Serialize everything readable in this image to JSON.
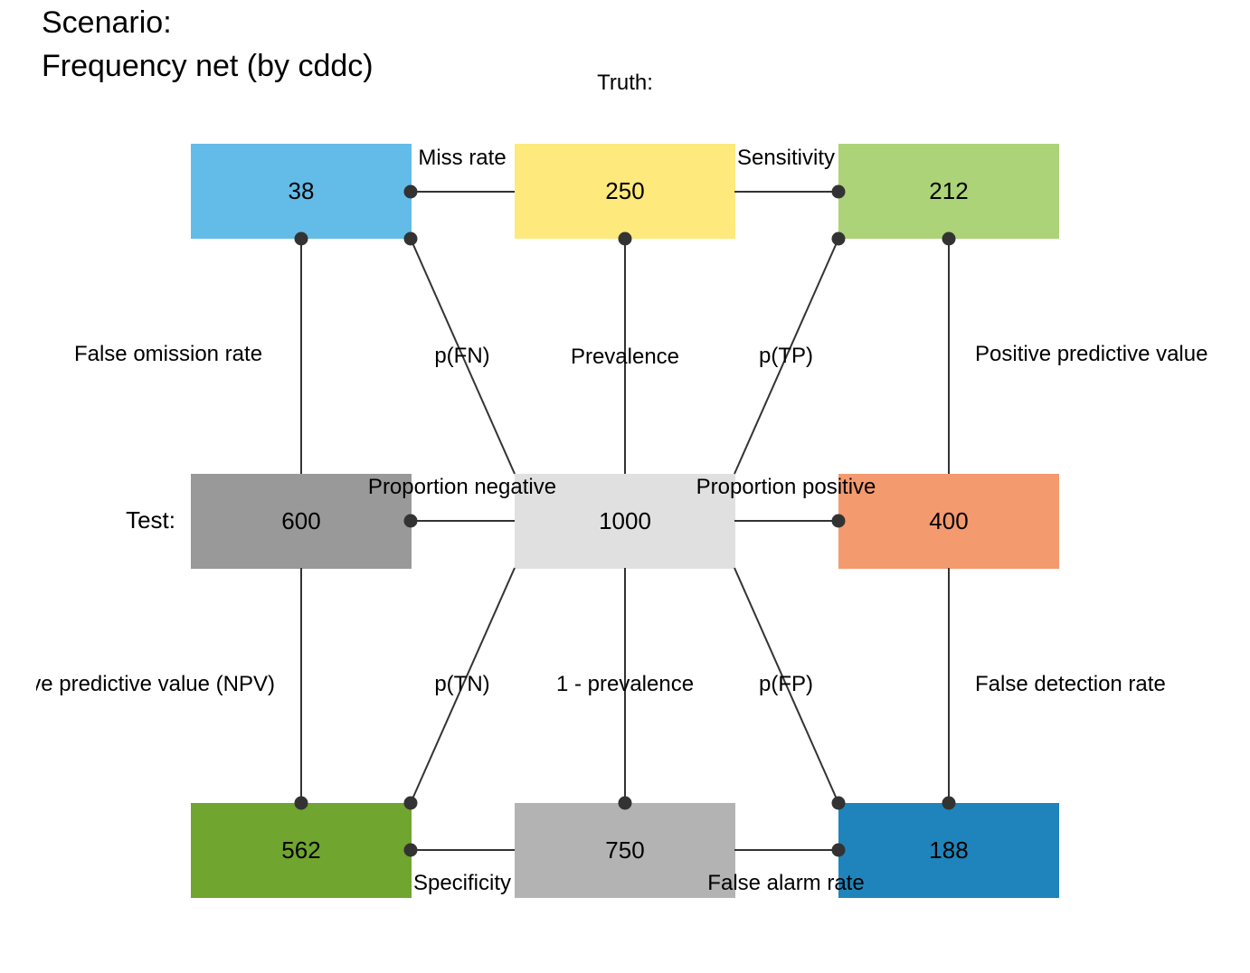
{
  "title": [
    "Scenario:",
    "Frequency net (by cddc)"
  ],
  "dimension_labels": {
    "truth": "Truth:",
    "test": "Test:"
  },
  "boxes": {
    "fn": {
      "value": "38",
      "color": "#63BCE7"
    },
    "cond_true": {
      "value": "250",
      "color": "#FEE97C"
    },
    "tp": {
      "value": "212",
      "color": "#ACD377"
    },
    "dec_neg": {
      "value": "600",
      "color": "#999999"
    },
    "total": {
      "value": "1000",
      "color": "#E0E0E0"
    },
    "dec_pos": {
      "value": "400",
      "color": "#F49A6F"
    },
    "tn": {
      "value": "562",
      "color": "#70A52F"
    },
    "cond_false": {
      "value": "750",
      "color": "#B3B3B3"
    },
    "fp": {
      "value": "188",
      "color": "#1F84BB"
    }
  },
  "edge_labels": {
    "miss_rate": "Miss rate",
    "sensitivity": "Sensitivity",
    "false_omission_rate": "False omission rate",
    "p_fn": "p(FN)",
    "prevalence": "Prevalence",
    "p_tp": "p(TP)",
    "ppv": "Positive predictive value (PPV)",
    "proportion_negative": "Proportion negative",
    "proportion_positive": "Proportion positive",
    "npv": "Negative predictive value (NPV)",
    "p_tn": "p(TN)",
    "one_minus_prevalence": "1 - prevalence",
    "p_fp": "p(FP)",
    "false_detection_rate": "False detection rate",
    "specificity": "Specificity",
    "false_alarm_rate": "False alarm rate"
  },
  "edge_color": "#333333"
}
